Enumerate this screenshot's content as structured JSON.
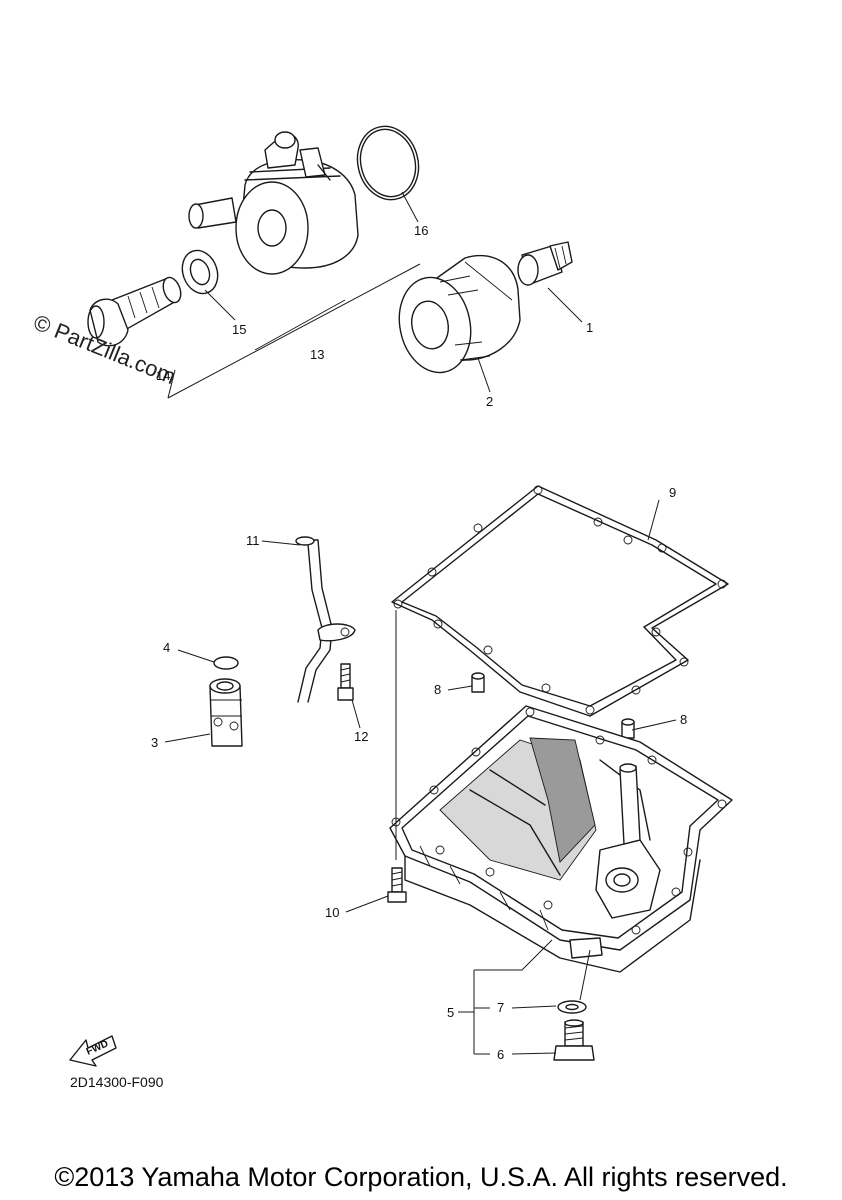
{
  "watermark": {
    "text": "© PartZilla.com"
  },
  "callouts": {
    "c1": "1",
    "c2": "2",
    "c3": "3",
    "c4": "4",
    "c5": "5",
    "c6": "6",
    "c7": "7",
    "c8a": "8",
    "c8b": "8",
    "c9": "9",
    "c10": "10",
    "c11": "11",
    "c12": "12",
    "c13": "13",
    "c14": "14",
    "c15": "15",
    "c16": "16"
  },
  "fwd_label": "FWD",
  "diagram_code": "2D14300-F090",
  "copyright": "©2013 Yamaha Motor Corporation, U.S.A. All rights reserved."
}
